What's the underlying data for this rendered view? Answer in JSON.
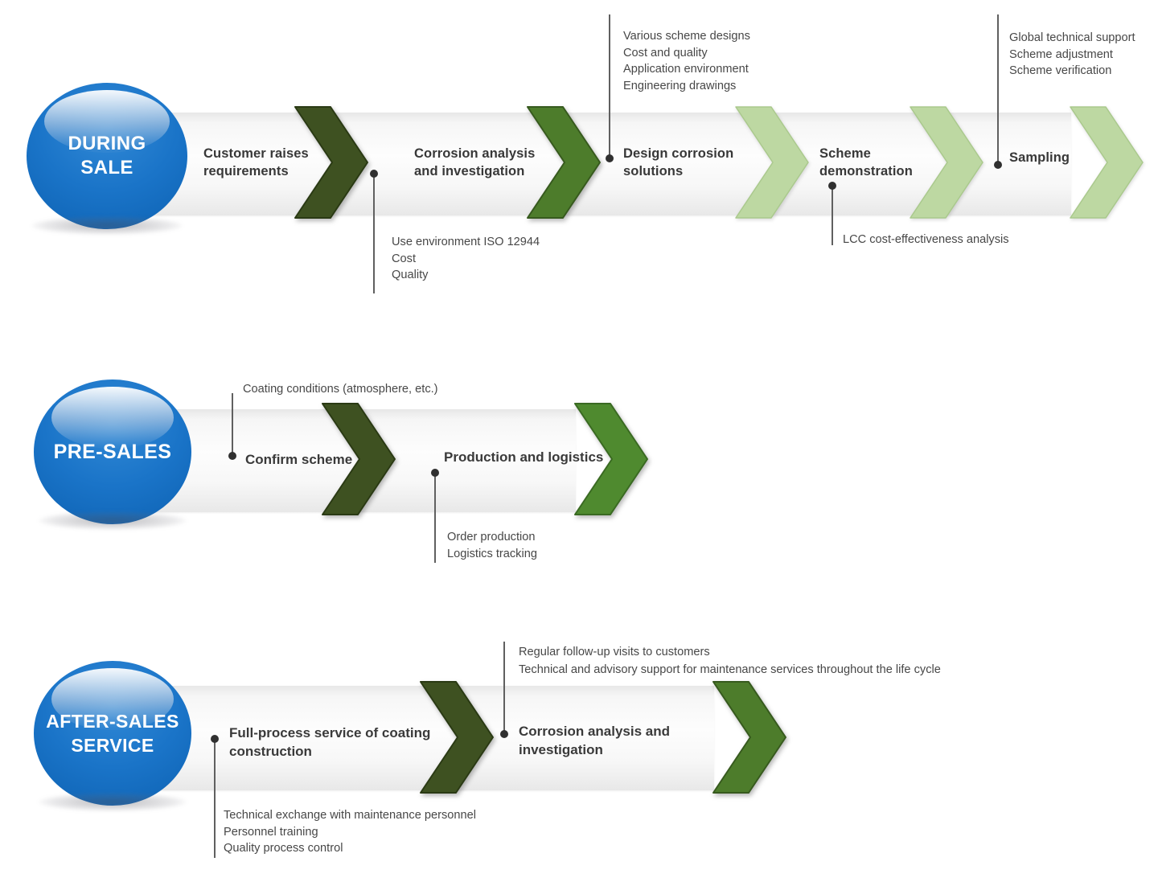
{
  "palette": {
    "badge_blue": "#1470c4",
    "badge_blue_dark": "#0a559f",
    "chevron_dark": "#3e5121",
    "chevron_dark_edge": "#2a3a14",
    "chevron_medium": "#4d7c2b",
    "chevron_medium_edge": "#375a1e",
    "chevron_bright": "#4f8a2f",
    "chevron_bright_edge": "#3a6a22",
    "chevron_light": "#bdd8a2",
    "chevron_light_edge": "#aac98d",
    "bar_gray": "#f1f1f1",
    "step_text": "#383838",
    "annotation_text": "#474747",
    "connector_gray": "#606060"
  },
  "rows": [
    {
      "id": "during-sale",
      "badge": {
        "lines": [
          "DURING",
          "SALE"
        ]
      },
      "steps": [
        {
          "lines": [
            "Customer raises",
            "requirements"
          ]
        },
        {
          "lines": [
            "Corrosion analysis",
            "and investigation"
          ]
        },
        {
          "lines": [
            "Design corrosion",
            "solutions"
          ]
        },
        {
          "lines": [
            "Scheme",
            "demonstration"
          ]
        },
        {
          "lines": [
            "Sampling"
          ]
        }
      ],
      "annotations": [
        {
          "lines": [
            "Various scheme designs",
            "Cost and quality",
            "Application environment",
            "Engineering drawings"
          ]
        },
        {
          "lines": [
            "Global technical support",
            "Scheme adjustment",
            "Scheme verification"
          ]
        },
        {
          "lines": [
            "Use environment ISO 12944",
            "Cost",
            "Quality"
          ]
        },
        {
          "lines": [
            "LCC cost-effectiveness analysis"
          ]
        }
      ]
    },
    {
      "id": "pre-sales",
      "badge": {
        "lines": [
          "PRE-SALES"
        ]
      },
      "steps": [
        {
          "lines": [
            "Confirm scheme"
          ]
        },
        {
          "lines": [
            "Production and logistics"
          ]
        }
      ],
      "annotations": [
        {
          "lines": [
            "Coating conditions (atmosphere, etc.)"
          ]
        },
        {
          "lines": [
            "Order production",
            "Logistics tracking"
          ]
        }
      ]
    },
    {
      "id": "after-sales-service",
      "badge": {
        "lines": [
          "AFTER-SALES",
          "SERVICE"
        ]
      },
      "steps": [
        {
          "lines": [
            "Full-process service of coating",
            "construction"
          ]
        },
        {
          "lines": [
            "Corrosion analysis and",
            "investigation"
          ]
        }
      ],
      "annotations": [
        {
          "lines": [
            "Technical exchange with maintenance personnel",
            "Personnel training",
            "Quality process control"
          ]
        },
        {
          "lines": [
            "Regular follow-up visits to customers",
            "Technical and advisory support for maintenance services throughout the life cycle"
          ]
        }
      ]
    }
  ]
}
